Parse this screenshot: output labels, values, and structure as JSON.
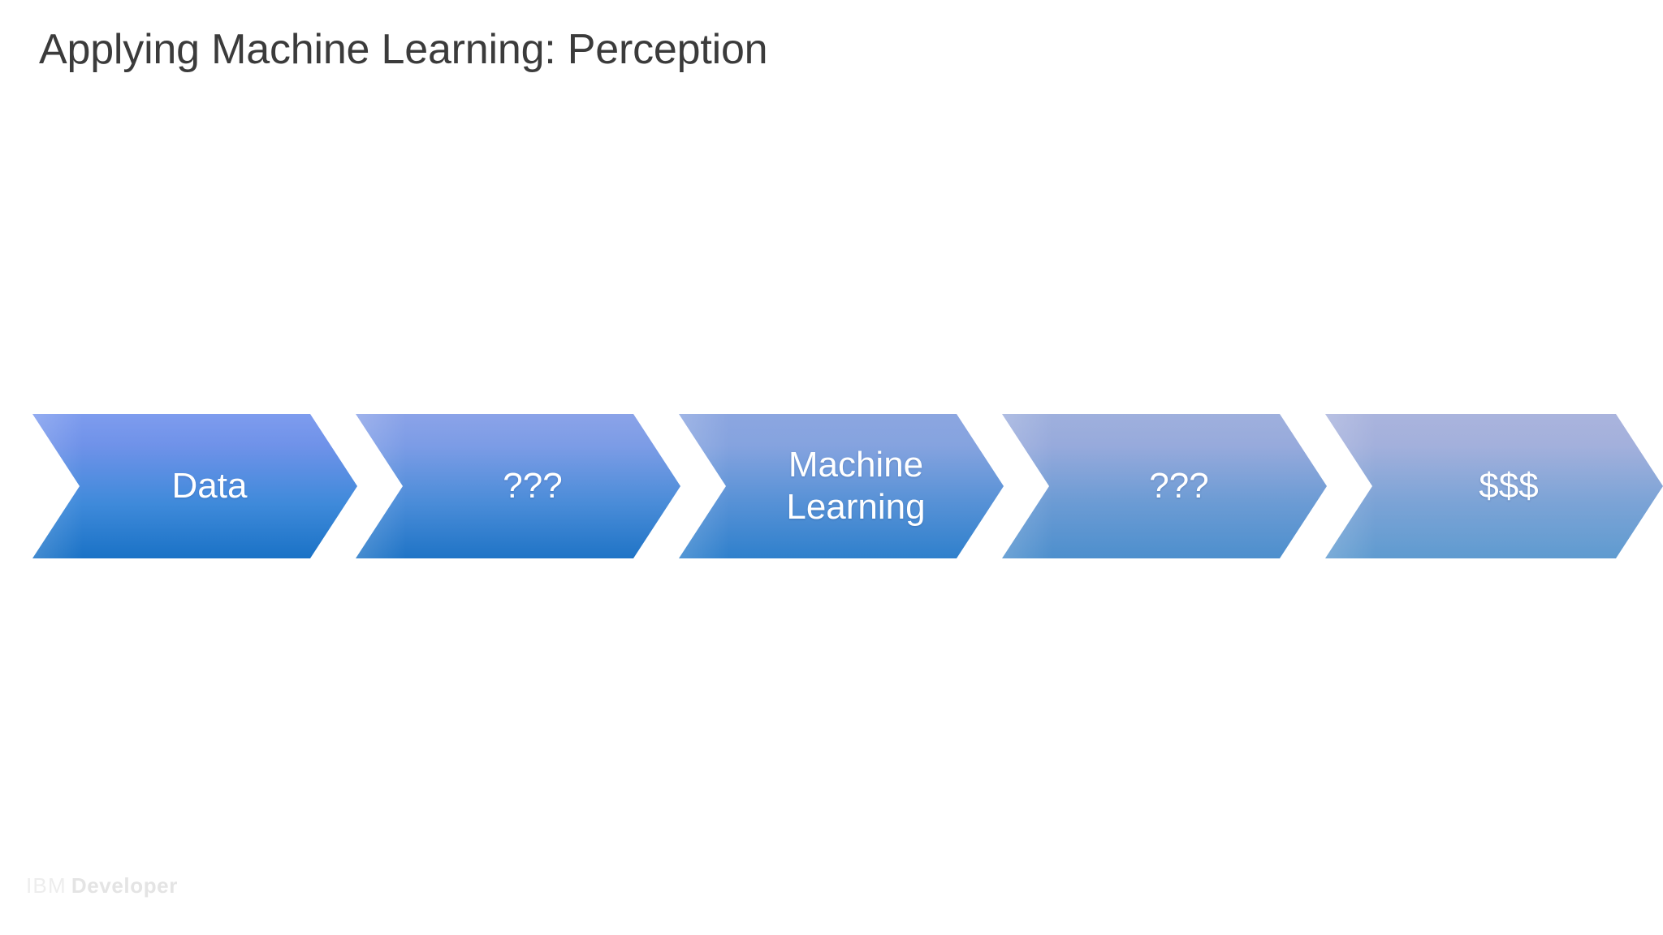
{
  "slide": {
    "title": "Applying Machine Learning: Perception",
    "background_color": "#ffffff",
    "title_color": "#3b3b3b"
  },
  "diagram": {
    "type": "chevron-process",
    "direction": "left-to-right",
    "step_count": 5,
    "steps": [
      {
        "index": 1,
        "label": "Data",
        "name": "chevron-step-data",
        "gradient_top": "#7e9cee",
        "gradient_bottom": "#1a72c6",
        "text_color": "#ffffff"
      },
      {
        "index": 2,
        "label": "???",
        "name": "chevron-step-unknown-1",
        "gradient_top": "#8ba3e8",
        "gradient_bottom": "#1f74c6",
        "text_color": "#ffffff"
      },
      {
        "index": 3,
        "label": "Machine\nLearning",
        "name": "chevron-step-machine-learning",
        "gradient_top": "#8ca6e0",
        "gradient_bottom": "#2f80cc",
        "text_color": "#ffffff"
      },
      {
        "index": 4,
        "label": "???",
        "name": "chevron-step-unknown-2",
        "gradient_top": "#9fb0dd",
        "gradient_bottom": "#4d8fcd",
        "text_color": "#ffffff"
      },
      {
        "index": 5,
        "label": "$$$",
        "name": "chevron-step-money",
        "gradient_top": "#aab4dd",
        "gradient_bottom": "#5f9bd0",
        "text_color": "#ffffff"
      }
    ]
  },
  "footer": {
    "brand": "IBM",
    "product": "Developer",
    "color": "#ededed"
  }
}
